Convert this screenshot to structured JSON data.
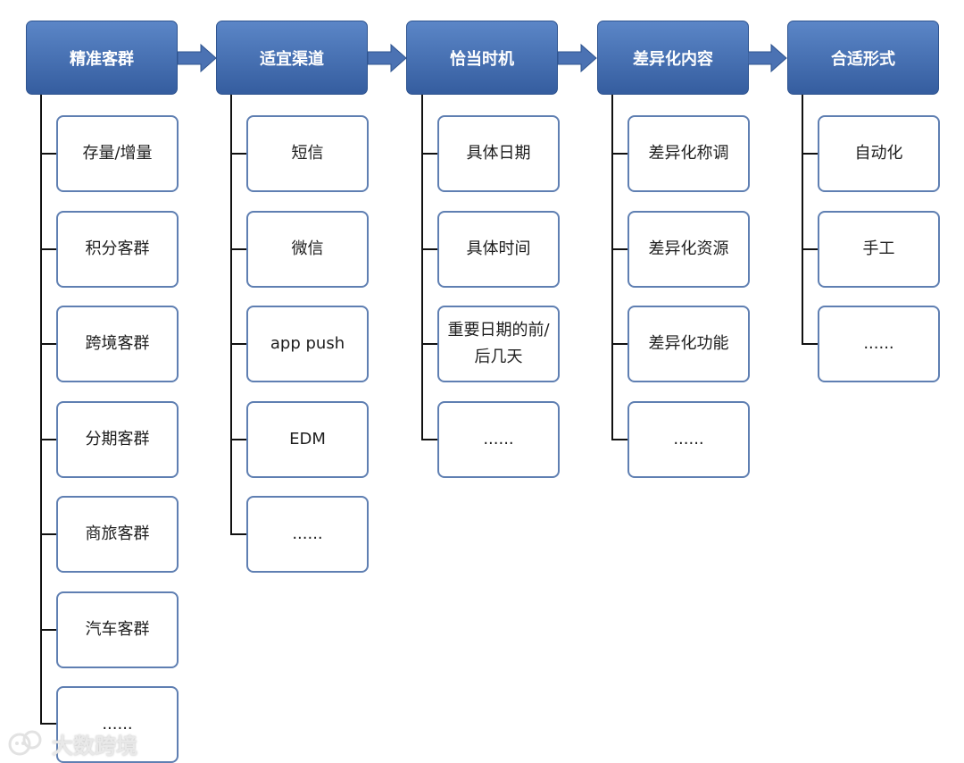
{
  "flow": {
    "columns": [
      {
        "header": "精准客群",
        "items": [
          "存量/增量",
          "积分客群",
          "跨境客群",
          "分期客群",
          "商旅客群",
          "汽车客群",
          "......"
        ]
      },
      {
        "header": "适宜渠道",
        "items": [
          "短信",
          "微信",
          "app push",
          "EDM",
          "......"
        ]
      },
      {
        "header": "恰当时机",
        "items": [
          "具体日期",
          "具体时间",
          "重要日期的前/后几天",
          "......"
        ]
      },
      {
        "header": "差异化内容",
        "items": [
          "差异化称调",
          "差异化资源",
          "差异化功能",
          "......"
        ]
      },
      {
        "header": "合适形式",
        "items": [
          "自动化",
          "手工",
          "......"
        ]
      }
    ]
  },
  "watermark": {
    "icon": "wechat-logo-icon",
    "text": "大数跨境"
  },
  "colors": {
    "header_top": "#5b86c7",
    "header_bottom": "#355d9f",
    "item_border": "#5f7fb2",
    "connector": "#111111",
    "arrow": "#4b72b3"
  }
}
